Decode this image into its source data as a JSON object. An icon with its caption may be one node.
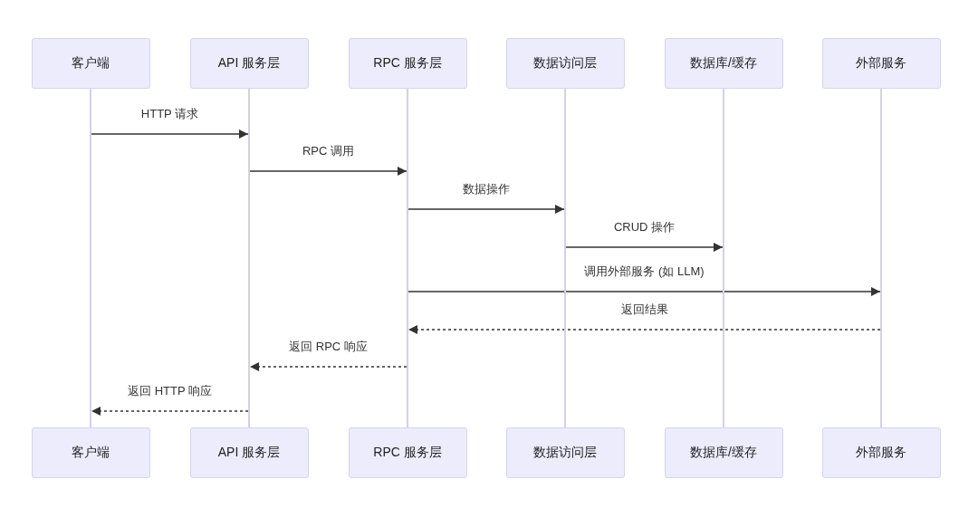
{
  "diagram": {
    "nodes": [
      {
        "text": [
          "客户端"
        ]
      },
      {
        "text": [
          "API 服务层"
        ]
      },
      {
        "text": [
          "RPC 服务层"
        ]
      },
      {
        "text": [
          "数据访问层"
        ]
      },
      {
        "text": [
          "数据库/缓存"
        ]
      },
      {
        "text": [
          "外部服务"
        ]
      },
      {
        "text": [],
        "shape": "line"
      },
      {
        "text": [],
        "shape": "line"
      },
      {
        "text": [],
        "shape": "line"
      },
      {
        "text": [],
        "shape": "line"
      },
      {
        "text": [],
        "shape": "line"
      },
      {
        "text": [],
        "shape": "line"
      },
      {
        "text": [
          "客户端"
        ]
      },
      {
        "text": [
          "API 服务层"
        ]
      },
      {
        "text": [
          "RPC 服务层"
        ]
      },
      {
        "text": [
          "数据访问层"
        ]
      },
      {
        "text": [
          "数据库/缓存"
        ]
      },
      {
        "text": [
          "外部服务"
        ]
      }
    ],
    "edges": [
      {
        "from": 6,
        "to": 7,
        "arrow": "to",
        "label": "HTTP 请求"
      },
      {
        "from": 7,
        "to": 8,
        "arrow": "to",
        "label": "RPC 调用"
      },
      {
        "from": 8,
        "to": 9,
        "arrow": "to",
        "label": "数据操作"
      },
      {
        "from": 9,
        "to": 10,
        "arrow": "to",
        "label": "CRUD 操作"
      },
      {
        "from": 8,
        "to": 11,
        "arrow": "to",
        "label": "调用外部服务 (如 LLM)"
      },
      {
        "from": 11,
        "to": 8,
        "arrow": "to",
        "label": "返回结果",
        "style": "dashed"
      },
      {
        "from": 8,
        "to": 7,
        "arrow": "to",
        "label": "返回 RPC 响应",
        "style": "dashed"
      },
      {
        "from": 7,
        "to": 6,
        "arrow": "to",
        "label": "返回 HTTP 响应",
        "style": "dashed"
      }
    ]
  }
}
